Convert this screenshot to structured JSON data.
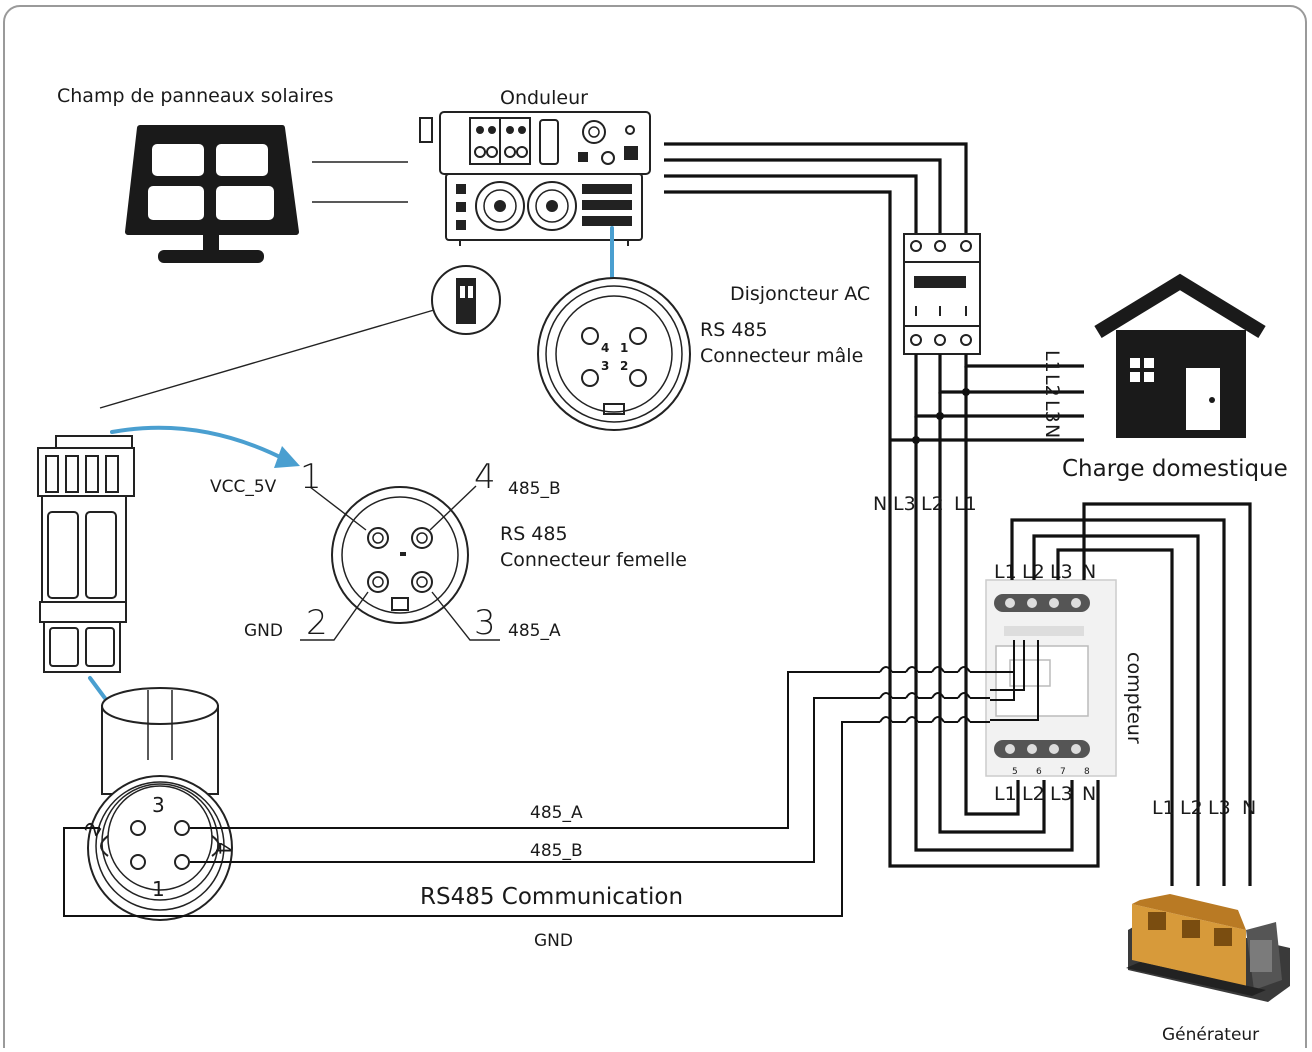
{
  "labels": {
    "solar_array": "Champ de panneaux solaires",
    "inverter": "Onduleur",
    "ac_breaker": "Disjoncteur AC",
    "male_connector_line1": "RS 485",
    "male_connector_line2": "Connecteur mâle",
    "female_connector_line1": "RS 485",
    "female_connector_line2": "Connecteur femelle",
    "house_load": "Charge domestique",
    "meter": "compteur",
    "generator": "Générateur",
    "rs485_comm": "RS485 Communication",
    "gnd_wire": "GND"
  },
  "female_pins": {
    "pin1_num": "1",
    "pin1_label": "VCC_5V",
    "pin2_num": "2",
    "pin2_label": "GND",
    "pin3_num": "3",
    "pin3_label": "485_A",
    "pin4_num": "4",
    "pin4_label": "485_B"
  },
  "male_pins": {
    "p4": "4",
    "p1": "1",
    "p3": "3",
    "p2": "2"
  },
  "plug_pins": {
    "p1": "1",
    "p2": "2",
    "p3": "3",
    "p4": "4"
  },
  "wires": {
    "a": "485_A",
    "b": "485_B"
  },
  "breaker_labels": {
    "n": "N",
    "l3": "L3",
    "l2": "L2",
    "l1": "L1"
  },
  "house_lines": {
    "l1": "L1",
    "l2": "L2",
    "l3": "L3",
    "n": "N"
  },
  "meter_top": {
    "l1": "L1",
    "l2": "L2",
    "l3": "L3",
    "n": "N"
  },
  "meter_bottom": {
    "l1": "L1",
    "l2": "L2",
    "l3": "L3",
    "n": "N"
  },
  "meter_terminals": {
    "t5": "5",
    "t6": "6",
    "t7": "7",
    "t8": "8"
  },
  "gen_lines": {
    "l1": "L1",
    "l2": "L2",
    "l3": "L3",
    "n": "N"
  },
  "colors": {
    "arrow": "#4a9fd0",
    "wire": "#111111",
    "frame": "#9a9a9a"
  }
}
